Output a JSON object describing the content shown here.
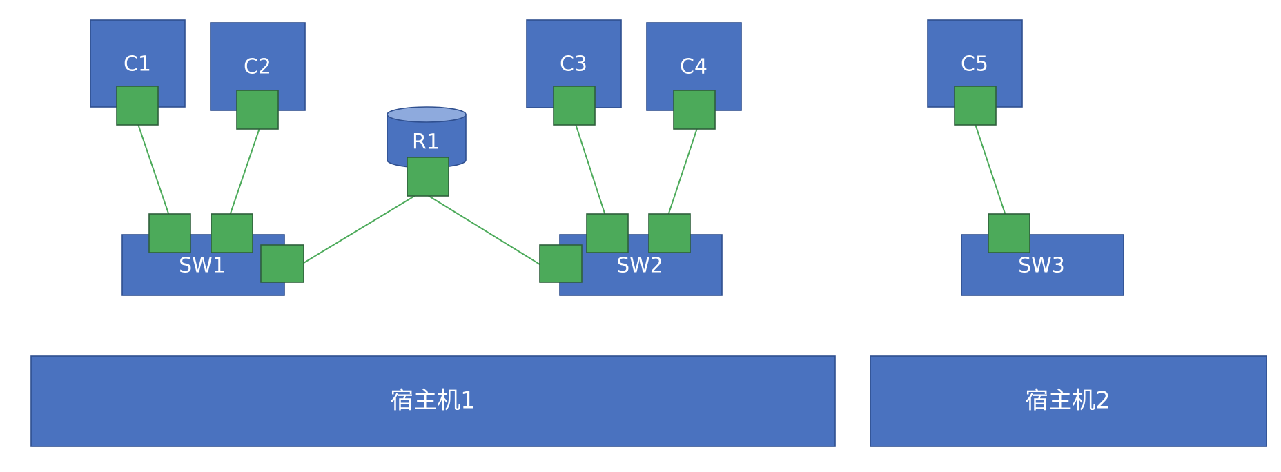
{
  "colors": {
    "node": "#4a72bf",
    "port": "#4caa5a",
    "link": "#4caa5a",
    "label": "#ffffff"
  },
  "containers": {
    "c1": "C1",
    "c2": "C2",
    "c3": "C3",
    "c4": "C4",
    "c5": "C5"
  },
  "router": {
    "r1": "R1"
  },
  "switches": {
    "sw1": "SW1",
    "sw2": "SW2",
    "sw3": "SW3"
  },
  "hosts": {
    "host1": "宿主机1",
    "host2": "宿主机2"
  }
}
